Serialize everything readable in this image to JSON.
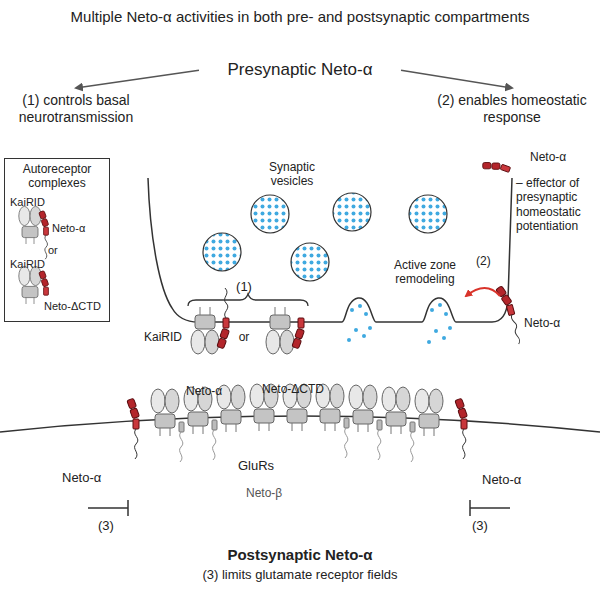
{
  "diagram": {
    "title": "Multiple Neto-α activities in both pre- and postsynaptic compartments",
    "nodes": [
      {
        "text": [
          "Presynaptic Neto-α"
        ]
      },
      {
        "text": [
          "(1) controls basal neurotransmission"
        ]
      },
      {
        "text": [
          "(2) enables homeostatic response"
        ]
      },
      {
        "text": [
          "Autoreceptor complexes"
        ]
      }
    ],
    "edges": [
      {
        "from": 0,
        "to": 1,
        "arrow": "to"
      },
      {
        "from": 0,
        "to": 2,
        "arrow": "to"
      }
    ],
    "labels": [
      "KaiRID",
      "Neto-α",
      "or",
      "KaiRID",
      "Neto-ΔCTD",
      "Synaptic vesicles",
      "Neto-α",
      "– effector of presynaptic homeostatic potentiation",
      "Active zone remodeling",
      "(2)",
      "(1)",
      "KaiRID",
      "or",
      "Neto-α",
      "Neto-ΔCTD",
      "Neto-α",
      "GluRs",
      "Neto-β",
      "Neto-α",
      "Neto-α",
      "(3)",
      "(3)",
      "Postsynaptic Neto-α",
      "(3) limits glutamate receptor fields"
    ]
  }
}
